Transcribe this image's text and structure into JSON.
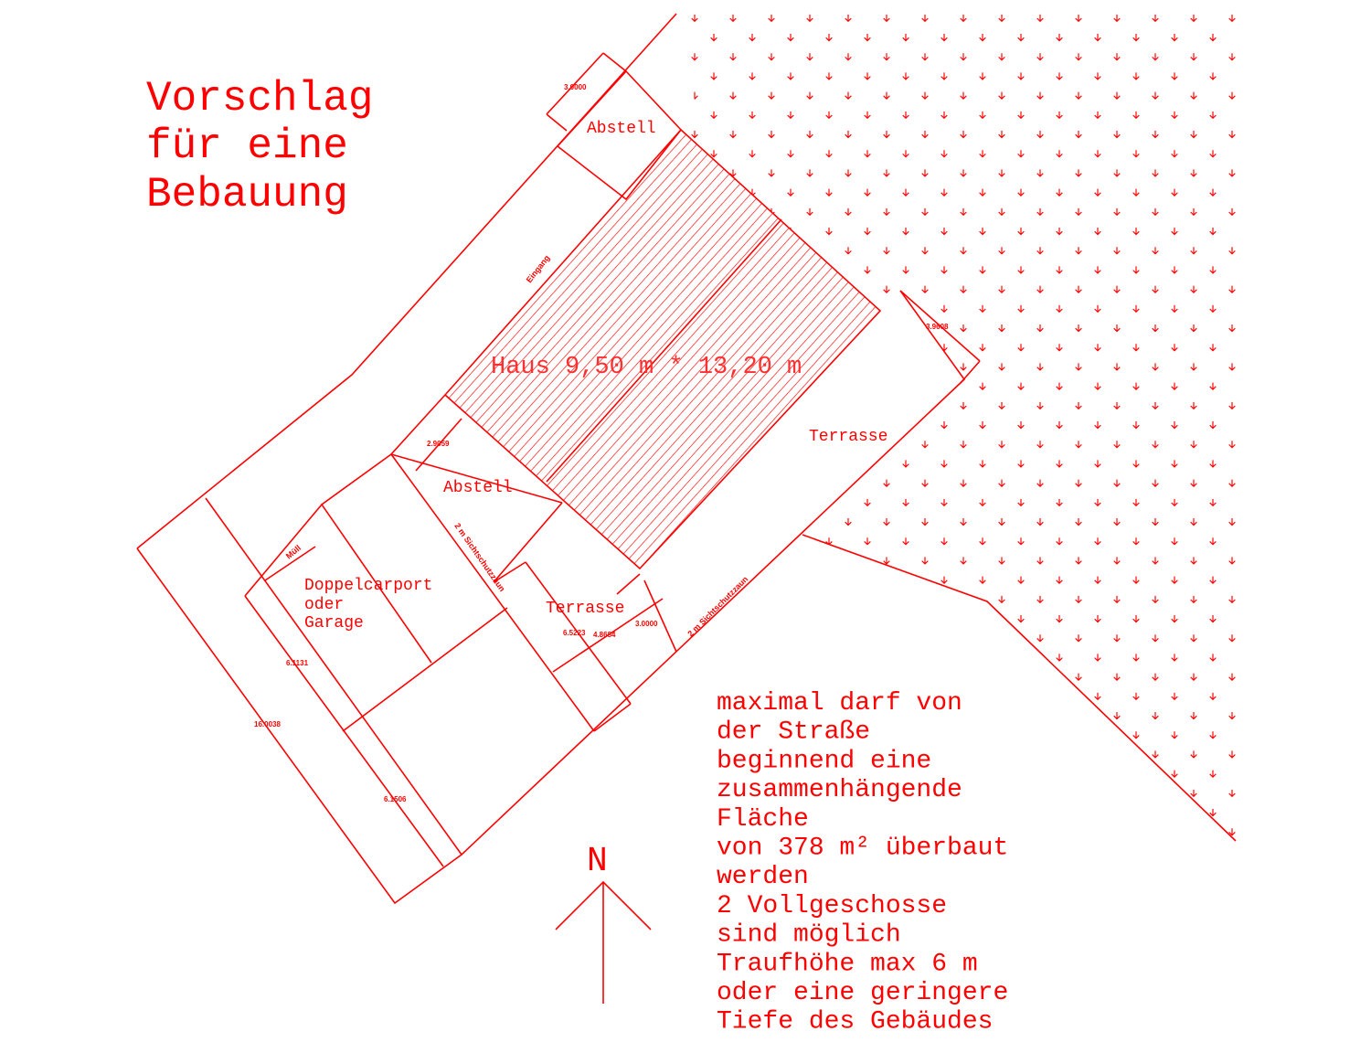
{
  "title_lines": [
    "Vorschlag",
    "für eine",
    "Bebauung"
  ],
  "labels": {
    "haus": "Haus 9,50 m * 13,20 m",
    "abstell_top": "Abstell",
    "abstell_mid": "Abstell",
    "terrasse_right": "Terrasse",
    "terrasse_lower": "Terrasse",
    "carport_lines": [
      "Doppelcarport",
      "oder",
      "Garage"
    ],
    "eingang": "Eingang",
    "muell": "Müll",
    "fence_1": "2 m Sichtschutzzaun",
    "fence_2": "2 m Sichtschutzzaun"
  },
  "dimensions": {
    "top_abstell": "3.0000",
    "right_terrasse": "3.9608",
    "mid_abstell": "2.9059",
    "carport_upper": "6.1131",
    "carport_lower": "6.1506",
    "total_left": "16.0038",
    "terrasse_a": "6.5223",
    "terrasse_b": "4.8684",
    "terrasse_c": "3.0000"
  },
  "north_label": "N",
  "notes": [
    "maximal darf von",
    "der Straße",
    "beginnend eine",
    "zusammenhängende",
    "Fläche",
    "von 378 m² überbaut",
    "werden",
    "2 Vollgeschosse",
    "sind möglich",
    "Traufhöhe max 6 m",
    "oder eine geringere",
    "Tiefe des Gebäudes"
  ],
  "colors": {
    "ink": "#ff0000",
    "background": "#ffffff"
  },
  "icons": {
    "north_arrow": "north-arrow-icon",
    "tree_symbol": "arrow-down-vegetation-icon"
  }
}
